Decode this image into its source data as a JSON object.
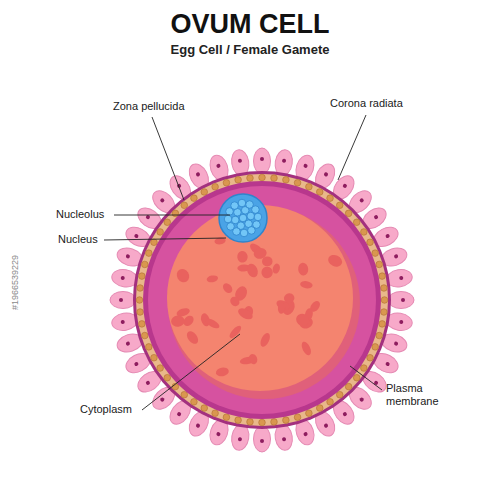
{
  "diagram": {
    "title": "OVUM CELL",
    "labels": [
      "Egg Cell / Female Gamete",
      "Zona pellucida",
      "Corona radiata",
      "Nucleolus",
      "Nucleus",
      "Cytoplasm",
      "Plasma membrane",
      "#1966539229"
    ]
  }
}
